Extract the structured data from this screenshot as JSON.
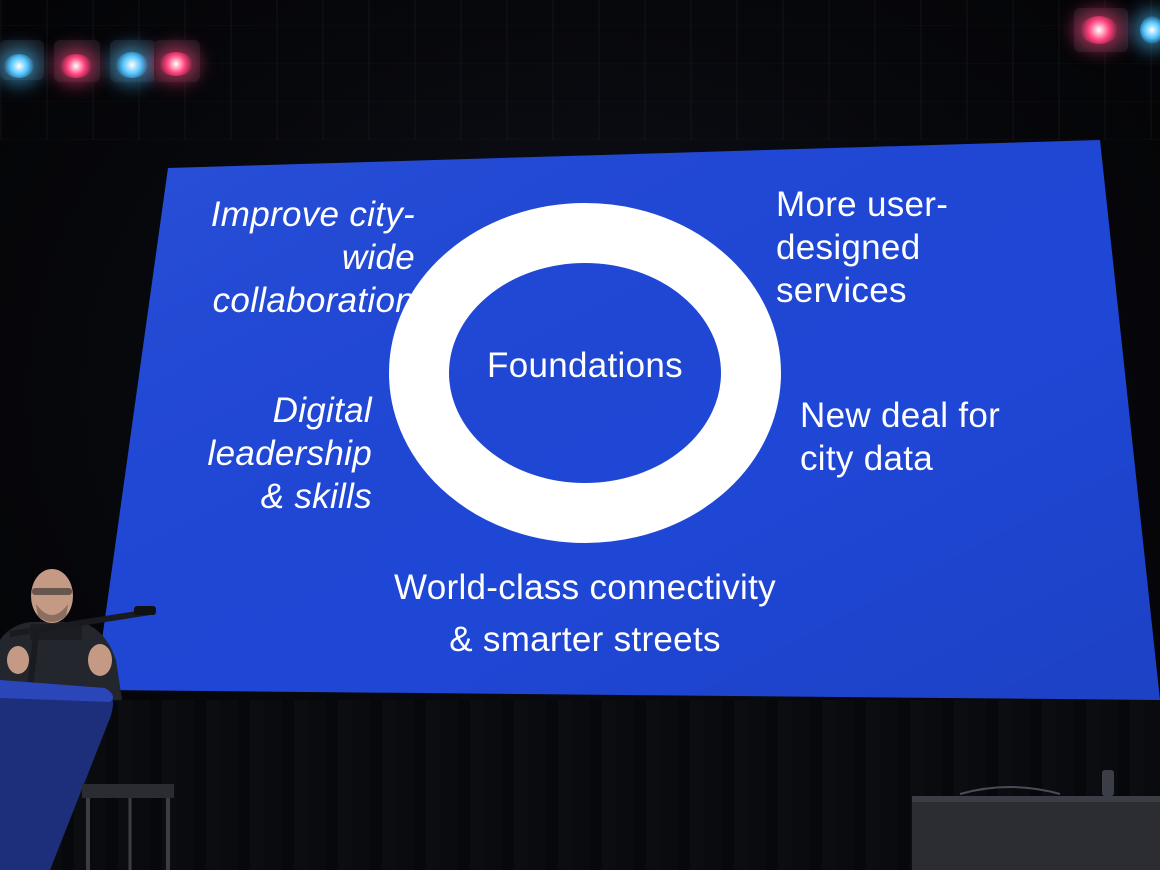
{
  "slide": {
    "background_color": "#1f47d6",
    "text_color": "#ffffff",
    "ring_color": "#ffffff",
    "center_label": "Foundations",
    "items": {
      "top_left": "Improve city-\nwide\ncollaboration",
      "top_right": "More user-\ndesigned\nservices",
      "middle_left": "Digital\nleadership\n& skills",
      "middle_right": "New deal for\ncity data",
      "bottom": "World-class connectivity\n& smarter streets"
    }
  },
  "stage": {
    "lights": [
      {
        "color": "#4fc3ff"
      },
      {
        "color": "#ff3f7a"
      },
      {
        "color": "#4fc3ff"
      },
      {
        "color": "#ff3f7a"
      },
      {
        "color": "#ff3f7a"
      },
      {
        "color": "#4fc3ff"
      }
    ]
  }
}
